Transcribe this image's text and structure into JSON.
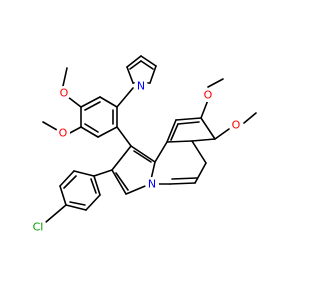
{
  "molecule": {
    "atom_labels": {
      "n_pyrrole": "N",
      "n_core": "N",
      "o1": "O",
      "o2": "O",
      "o3": "O",
      "o4": "O",
      "cl": "Cl"
    },
    "colors": {
      "bond": "#000000",
      "nitrogen": "#0000ff",
      "oxygen": "#ff0000",
      "chlorine": "#00a000",
      "background": "#ffffff"
    }
  }
}
